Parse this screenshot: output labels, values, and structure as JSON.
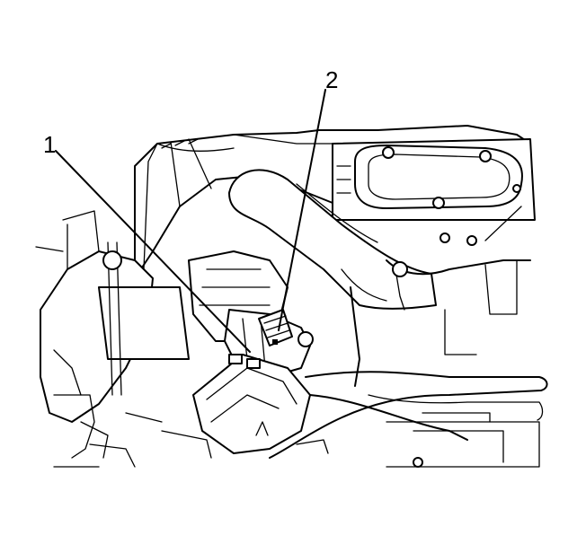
{
  "callouts": [
    {
      "id": "1",
      "label": "1"
    },
    {
      "id": "2",
      "label": "2"
    }
  ],
  "colors": {
    "background": "#ffffff",
    "ink": "#000000"
  }
}
